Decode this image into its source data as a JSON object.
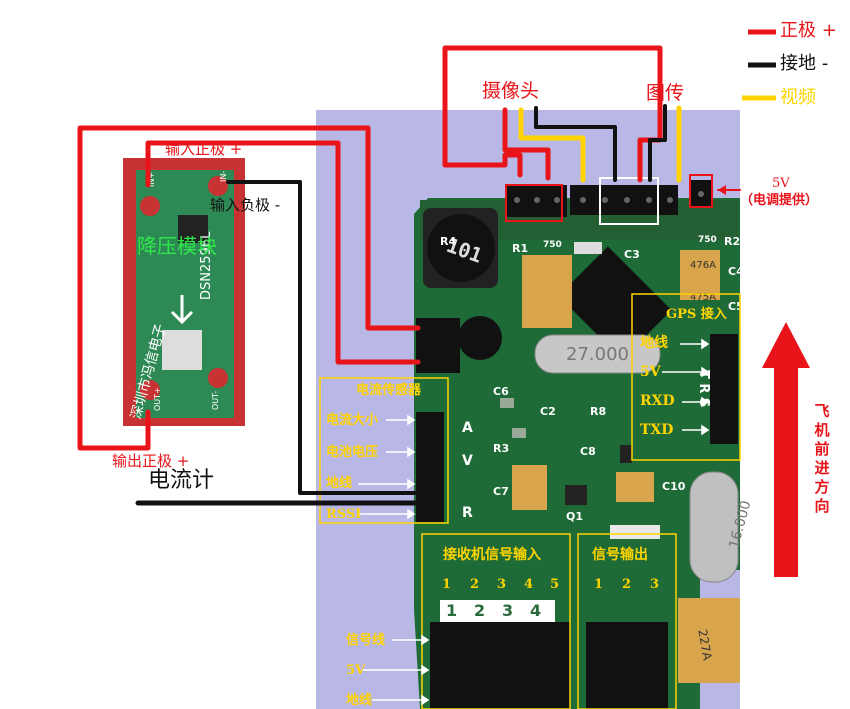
{
  "legend": {
    "positive": "正极 +",
    "ground": "接地 -",
    "video": "视频"
  },
  "top_labels": {
    "camera": "摄像头",
    "vtx": "图传",
    "esc_5v": "5V",
    "esc_5v_note": "（电调提供）"
  },
  "module": {
    "input_pos": "输入正极 +",
    "input_neg": "输入负极 -",
    "name": "降压模块",
    "model": "DSN2596L",
    "maker": "深圳市冯信电子",
    "output_pos": "输出正极 +",
    "pin_in_plus": "IN+",
    "pin_in_minus": "IN-",
    "pin_out_plus": "OUT+",
    "pin_out_minus": "OUT-"
  },
  "current_meter": "电流计",
  "left_labels": {
    "current_sensor": "电流传感器",
    "current_size": "电流大小",
    "battery_voltage": "电池电压",
    "ground": "地线",
    "rssi": "RSSI"
  },
  "gps": {
    "title": "GPS 接入",
    "ground": "地线",
    "v5": "5V",
    "rxd": "RXD",
    "txd": "TXD"
  },
  "receiver": {
    "title": "接收机信号输入",
    "nums": [
      "1",
      "2",
      "3",
      "4",
      "5"
    ],
    "board_nums": [
      "1",
      "2",
      "3",
      "4"
    ]
  },
  "signal_out": {
    "title": "信号输出",
    "nums": [
      "1",
      "2",
      "3"
    ]
  },
  "bottom_labels": {
    "signal": "信号线",
    "v5": "5V",
    "ground": "地线"
  },
  "direction": [
    "飞",
    "机",
    "前",
    "进",
    "方",
    "向"
  ],
  "board_silk": {
    "inductor": "101",
    "crystal": "27.000",
    "crystal2": "16.000",
    "R1": "R1",
    "R2": "R2",
    "C3": "C3",
    "C4": "C4",
    "C5": "C5",
    "C6": "C6",
    "R3": "R3",
    "R8": "R8",
    "C2": "C2",
    "C10": "C10",
    "Q1": "Q1",
    "R4": "R4",
    "C8": "C8",
    "C7": "C7",
    "A": "A",
    "V": "V",
    "R": "R",
    "TRS": "T R S",
    "cap1": "476A",
    "cap2": "475A",
    "cap3": "227A",
    "val750": "750"
  },
  "colors": {
    "wire_red": "#e8141a",
    "wire_black": "#111111",
    "wire_yellow": "#ffd400",
    "pcb": "#1f6b38",
    "module": "#c83232"
  }
}
